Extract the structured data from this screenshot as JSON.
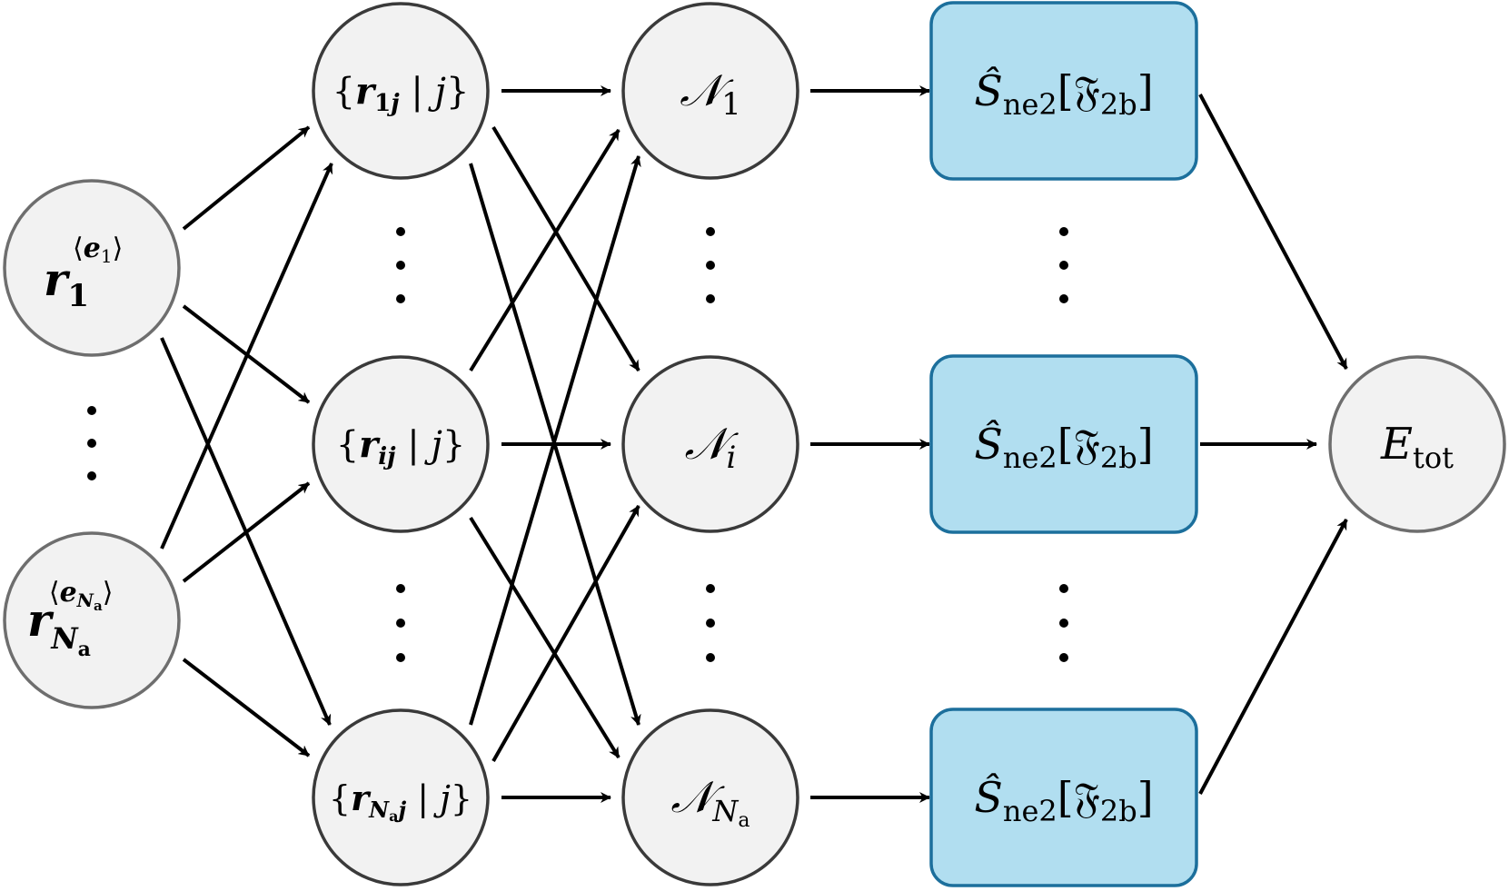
{
  "colors": {
    "node_fill": "#f2f2f2",
    "node_stroke_input": "#6e6e6e",
    "node_stroke": "#3a3a3a",
    "box_fill": "#b1def0",
    "box_stroke": "#1c6f9c",
    "arrow": "#000000"
  },
  "inputs": {
    "first": {
      "base": "r",
      "sub": "1",
      "sup_open": "⟨",
      "sup_e": "e",
      "sup_esub": "1",
      "sup_close": "⟩"
    },
    "last": {
      "base": "r",
      "sub": "N",
      "sub_sub": "a",
      "sup_open": "⟨",
      "sup_e": "e",
      "sup_esub": "N",
      "sup_esubsub": "a",
      "sup_close": "⟩"
    },
    "ellipsis": "⋮"
  },
  "pairs": {
    "first": {
      "open": "{",
      "r": "r",
      "i": "1",
      "j": "j",
      "sep": " | ",
      "var": "j",
      "close": "}"
    },
    "middle": {
      "open": "{",
      "r": "r",
      "i": "i",
      "j": "j",
      "sep": " | ",
      "var": "j",
      "close": "}"
    },
    "last": {
      "open": "{",
      "r": "r",
      "i": "N",
      "isub": "a",
      "j": "j",
      "sep": " | ",
      "var": "j",
      "close": "}"
    },
    "ellipsis": "⋮"
  },
  "neighbors": {
    "first": {
      "sym": "𝒩",
      "sub": "1"
    },
    "middle": {
      "sym": "𝒩",
      "sub": "i"
    },
    "last": {
      "sym": "𝒩",
      "sub": "N",
      "subsub": "a"
    },
    "ellipsis": "⋮"
  },
  "operators": {
    "label": {
      "hat": "Ŝ",
      "sub": "ne2",
      "open": "[",
      "frak": "𝔉",
      "fsub": "2b",
      "close": "]"
    },
    "ellipsis": "⋮"
  },
  "output": {
    "sym": "E",
    "sub": "tot"
  }
}
